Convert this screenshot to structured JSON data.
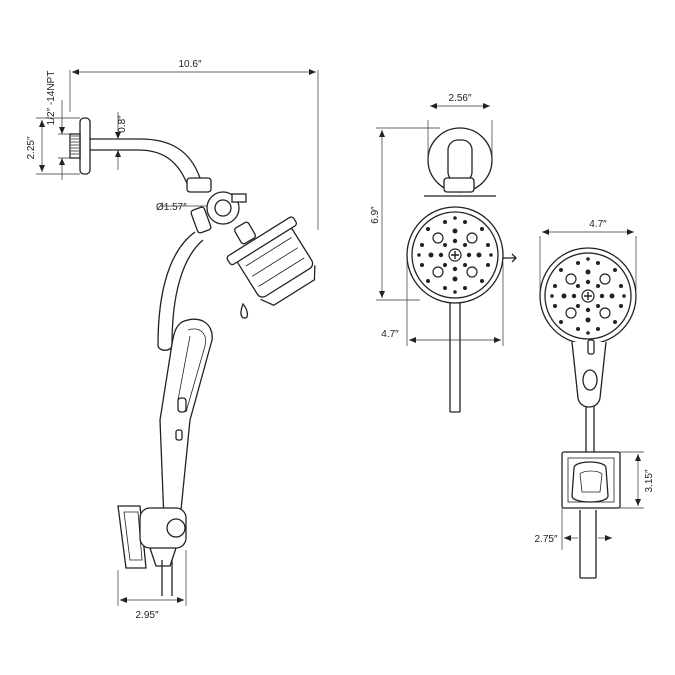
{
  "dimensions": {
    "total_reach": "10.6″",
    "pipe_thread": "1/2″ -14NPT",
    "flange_height": "2.25″",
    "arm_diameter": "0.8″",
    "connector_diameter": "Ø1.57″",
    "holder_width": "2.95″",
    "flange_width": "2.56″",
    "combo_height": "6.9″",
    "head_width_front": "4.7″",
    "handheld_head_width": "4.7″",
    "bracket_height": "3.15″",
    "bracket_width": "2.75″"
  },
  "colors": {
    "line": "#222222",
    "background": "#ffffff"
  },
  "icons": [
    "shower-arm-icon",
    "diverter-icon",
    "fixed-shower-head-icon",
    "handheld-shower-icon",
    "hose-icon",
    "wall-bracket-icon"
  ]
}
